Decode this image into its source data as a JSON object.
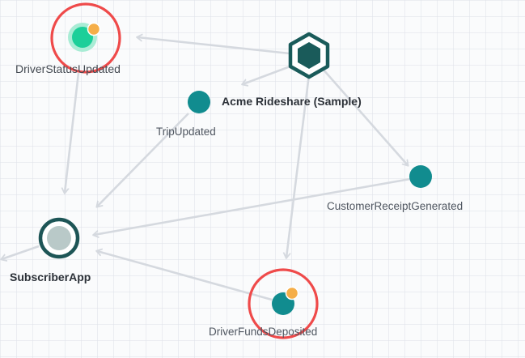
{
  "colors": {
    "edge": "#d5d9df",
    "teal": "#118c8f",
    "mint": "#1ccf99",
    "mint_halo": "#a9ecd5",
    "hex_fill": "#1a5b5a",
    "hex_stroke": "#1a5b5a",
    "subscriber_ring": "#1d5556",
    "subscriber_fill": "#b9c9c8",
    "badge": "#f5ae48",
    "highlight_ring": "#ef4a4a"
  },
  "nodes": {
    "driver_status_updated": {
      "label": "DriverStatusUpdated",
      "icon": "event-icon",
      "has_badge": true,
      "highlighted": true
    },
    "acme_rideshare": {
      "label": "Acme Rideshare (Sample)",
      "icon": "hexagon-app-icon"
    },
    "trip_updated": {
      "label": "TripUpdated",
      "icon": "event-icon"
    },
    "customer_receipt_generated": {
      "label": "CustomerReceiptGenerated",
      "icon": "event-icon"
    },
    "subscriber_app": {
      "label": "SubscriberApp",
      "icon": "application-icon"
    },
    "driver_funds_deposited": {
      "label": "DriverFundsDeposited",
      "icon": "event-icon",
      "has_badge": true,
      "highlighted": true
    }
  }
}
